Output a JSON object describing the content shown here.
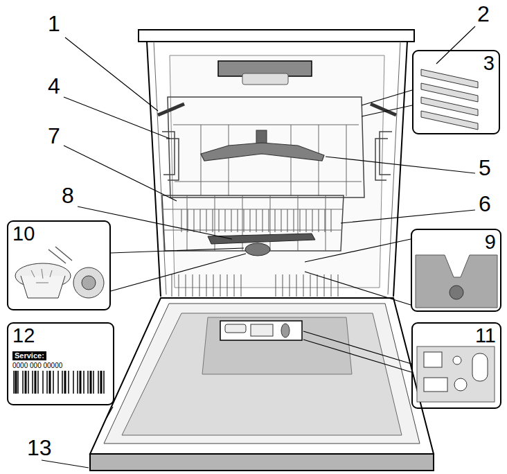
{
  "diagram": {
    "nodes": [
      {
        "text": [
          "3"
        ]
      },
      {
        "text": [
          "10"
        ]
      },
      {
        "text": [
          "9"
        ]
      },
      {
        "text": [
          "12",
          "Service:",
          "0000 000 00000"
        ]
      },
      {
        "text": [
          "11"
        ]
      }
    ],
    "labels": [
      "1",
      "2",
      "4",
      "5",
      "7",
      "8",
      "6",
      "13"
    ]
  }
}
